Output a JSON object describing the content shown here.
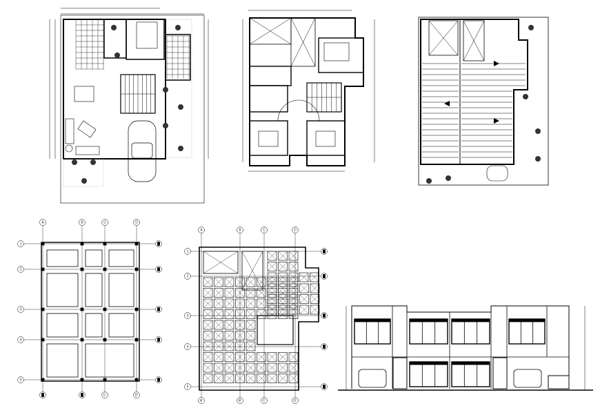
{
  "drawing": {
    "views": [
      "ground-floor-plan",
      "upper-floor-plan",
      "roof-plan",
      "foundation-plan",
      "slab-plan",
      "front-elevation"
    ],
    "line_color": "#000000",
    "hatch_color": "#555555"
  },
  "foundation_grid": {
    "columns_top": [
      "A",
      "B",
      "C",
      "D"
    ],
    "columns_bottom": [
      "",
      "",
      "C'",
      "D'"
    ],
    "rows": [
      "1",
      "2",
      "3",
      "4",
      "5"
    ]
  },
  "slab_grid": {
    "columns_top": [
      "A",
      "B",
      "C",
      "D"
    ],
    "columns_bottom": [
      "A'",
      "B'",
      "C'",
      "D'"
    ],
    "rows": [
      "1",
      "2",
      "3",
      "4",
      "5"
    ]
  }
}
